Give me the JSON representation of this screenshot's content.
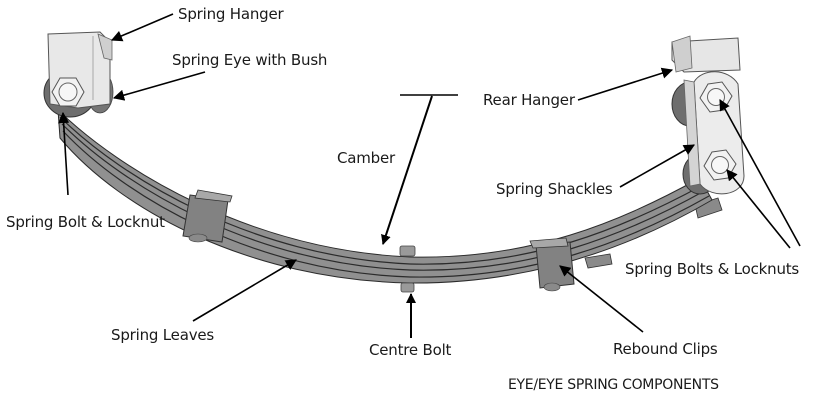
{
  "diagram": {
    "title": "EYE/EYE SPRING COMPONENTS",
    "labels": {
      "spring_hanger": "Spring Hanger",
      "spring_eye_with_bush": "Spring Eye with Bush",
      "rear_hanger": "Rear Hanger",
      "camber": "Camber",
      "spring_bolt_locknut": "Spring Bolt & Locknut",
      "spring_shackles": "Spring Shackles",
      "spring_bolts_locknuts": "Spring Bolts & Locknuts",
      "spring_leaves": "Spring Leaves",
      "centre_bolt": "Centre Bolt",
      "rebound_clips": "Rebound Clips"
    },
    "colors": {
      "leaf_fill": "#8f8f8f",
      "leaf_line": "#2b2b2b",
      "hanger_fill": "#e6e6e6",
      "bush_fill": "#7a7a7a",
      "arrow": "#000000"
    }
  }
}
